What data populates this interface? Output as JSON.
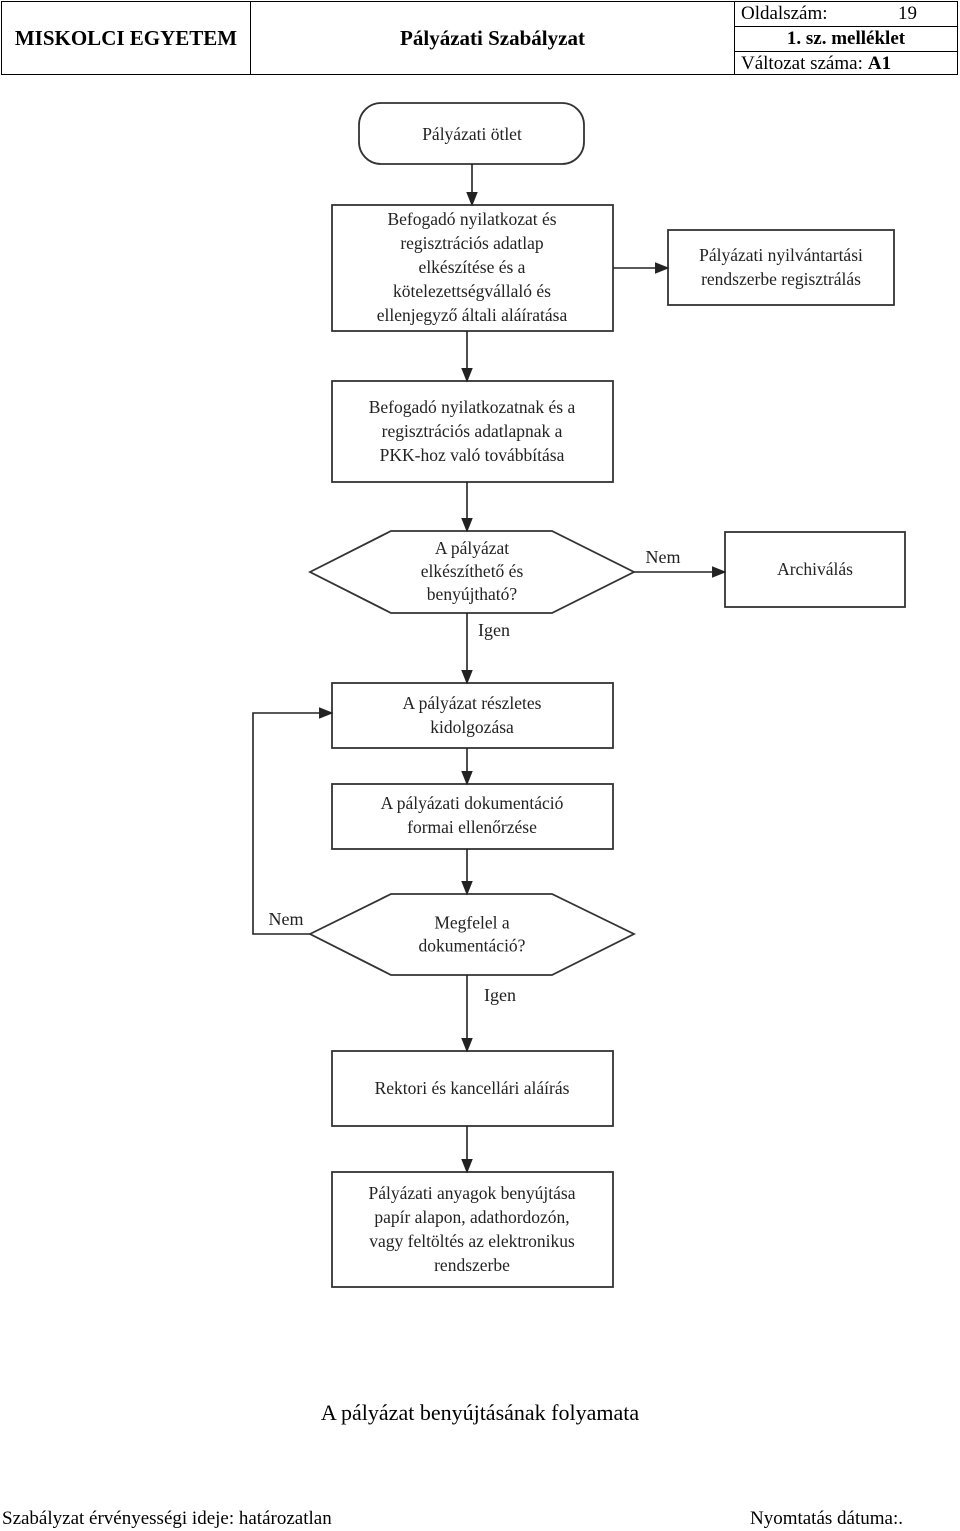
{
  "header": {
    "institution": "MISKOLCI EGYETEM",
    "title": "Pályázati Szabályzat",
    "page_label": "Oldalszám:",
    "page_number": "19",
    "annex": "1. sz. melléklet",
    "version_label": "Változat száma:",
    "version": "A1"
  },
  "flow": {
    "start": [
      "Pályázati ötlet"
    ],
    "step1": [
      "Befogadó nyilatkozat és",
      "regisztrációs adatlap",
      "elkészítése és a",
      "kötelezettségvállaló és",
      "ellenjegyző általi aláíratása"
    ],
    "register": [
      "Pályázati nyilvántartási",
      "rendszerbe regisztrálás"
    ],
    "step2": [
      "Befogadó nyilatkozatnak és a",
      "regisztrációs adatlapnak a",
      "PKK-hoz való továbbítása"
    ],
    "decision1": [
      "A pályázat",
      "elkészíthető és",
      "benyújtható?"
    ],
    "archive": [
      "Archiválás"
    ],
    "step3": [
      "A pályázat részletes",
      "kidolgozása"
    ],
    "step4": [
      "A pályázati dokumentáció",
      "formai ellenőrzése"
    ],
    "decision2": [
      "Megfelel a",
      "dokumentáció?"
    ],
    "step5": [
      "Rektori és kancellári aláírás"
    ],
    "step6": [
      "Pályázati anyagok benyújtása",
      "papír alapon, adathordozón,",
      "vagy feltöltés az elektronikus",
      "rendszerbe"
    ],
    "label_no_1": "Nem",
    "label_yes_1": "Igen",
    "label_no_2": "Nem",
    "label_yes_2": "Igen"
  },
  "caption": "A pályázat benyújtásának folyamata",
  "footer": {
    "validity": "Szabályzat érvényességi ideje: határozatlan",
    "print_date": "Nyomtatás dátuma:."
  }
}
